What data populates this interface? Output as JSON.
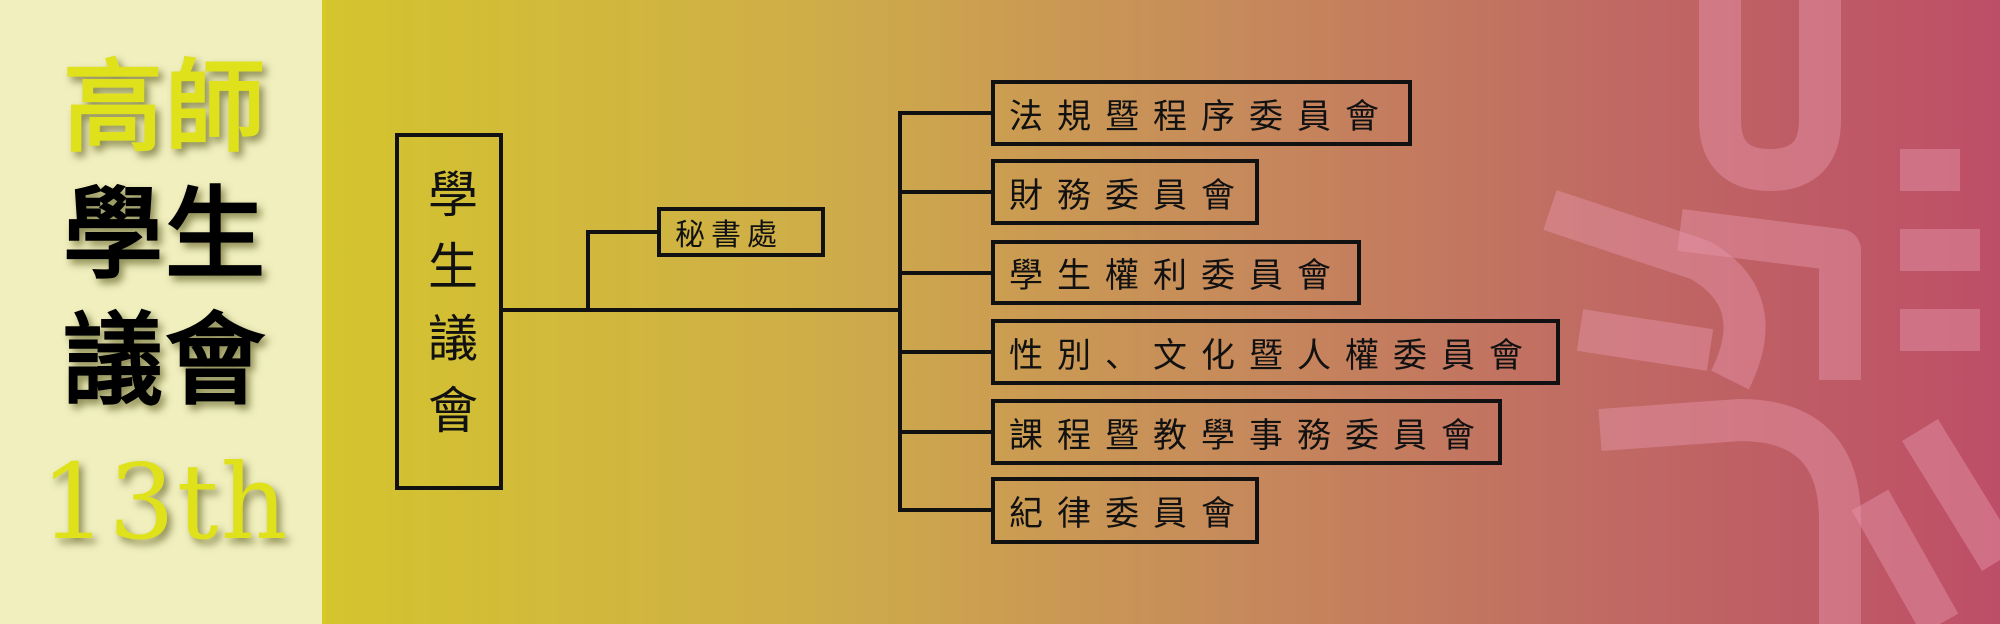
{
  "title": {
    "line1": "高師",
    "line2": "學生",
    "line3": "議會",
    "term": "13th"
  },
  "org": {
    "root": "學生議會",
    "secretariat": "秘書處",
    "committees": [
      "法規暨程序委員會",
      "財務委員會",
      "學生權利委員會",
      "性別、文化暨人權委員會",
      "課程暨教學事務委員會",
      "紀律委員會"
    ]
  },
  "colors": {
    "panel": "#f0efbd",
    "accent_yellow": "#dfe11a",
    "gradient_start": "#d6cb24",
    "gradient_end": "#bd4e67"
  }
}
